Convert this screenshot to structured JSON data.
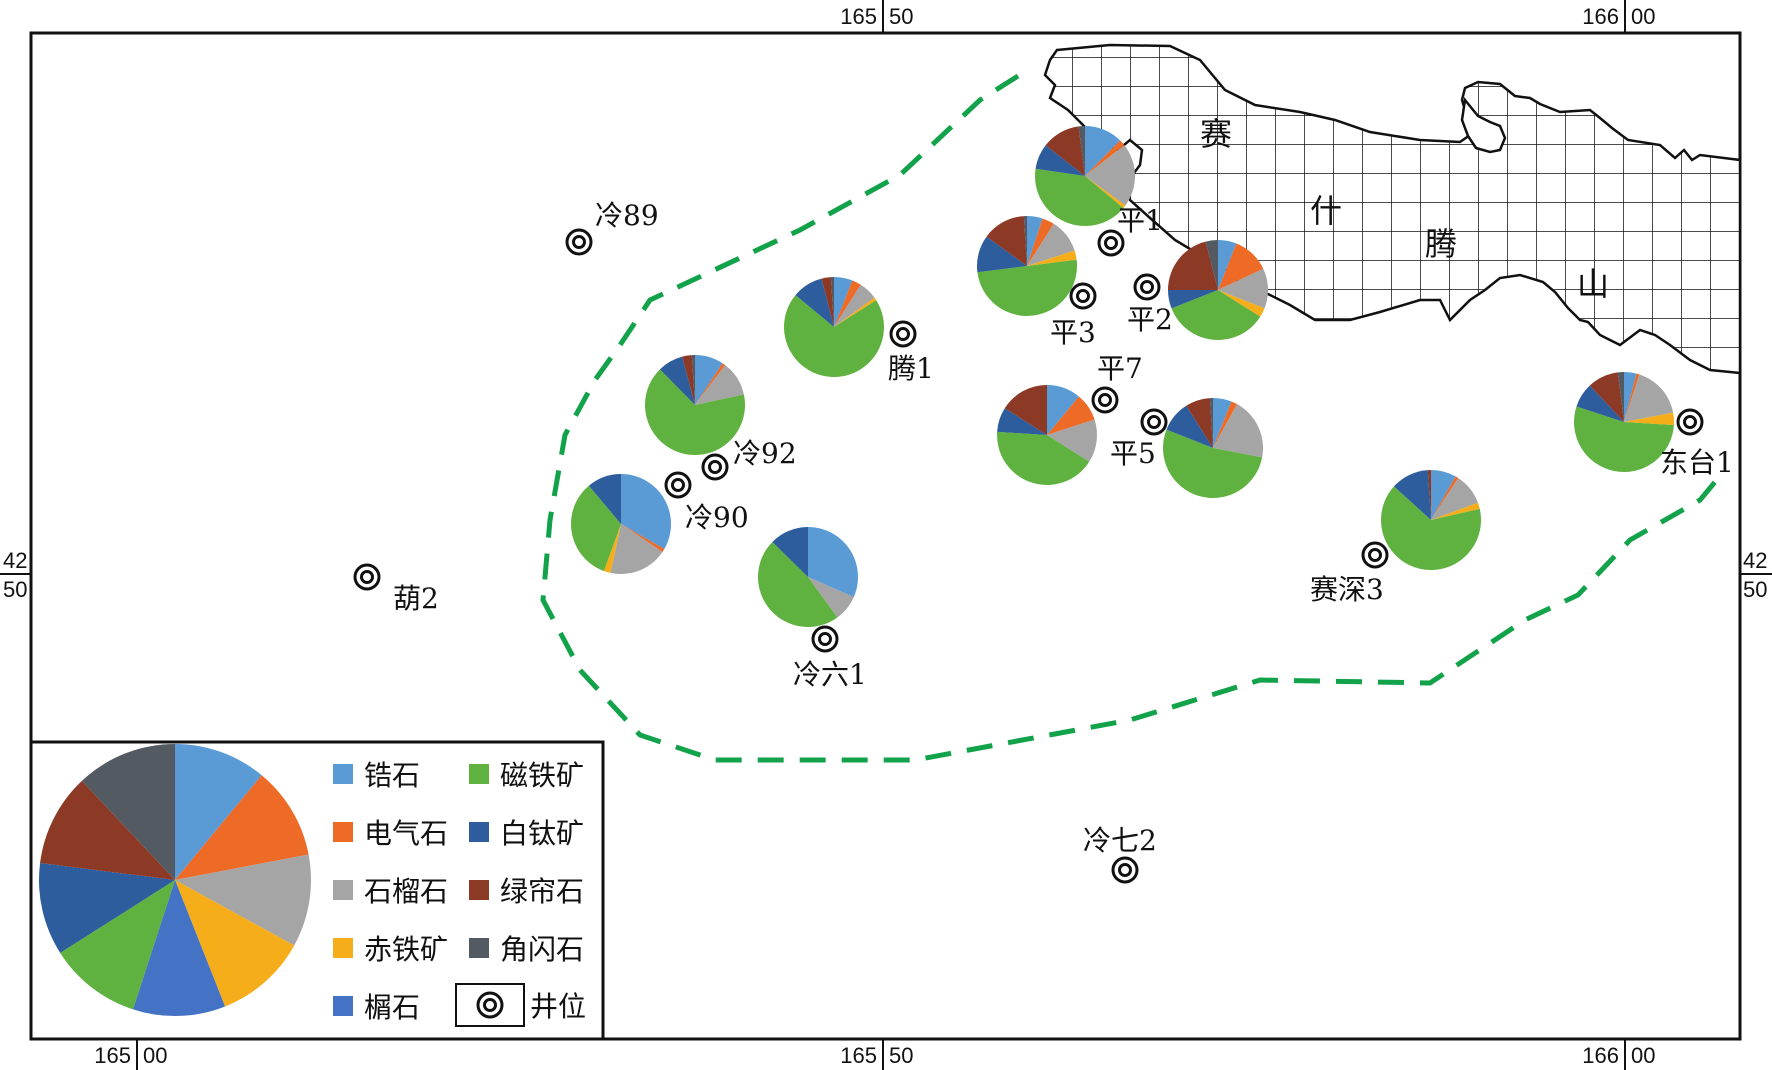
{
  "coordinates": {
    "top": [
      {
        "deg": "165",
        "min": "50"
      },
      {
        "deg": "166",
        "min": "00"
      }
    ],
    "bottom": [
      {
        "deg": "165",
        "min": "00"
      },
      {
        "deg": "165",
        "min": "50"
      },
      {
        "deg": "166",
        "min": "00"
      }
    ],
    "left": {
      "deg": "42",
      "min": "50"
    },
    "right": {
      "deg": "42",
      "min": "50"
    }
  },
  "mountain": {
    "chars": [
      "赛",
      "什",
      "腾",
      "山"
    ]
  },
  "minerals": [
    {
      "key": "zircon",
      "label": "锆石",
      "color": "#5b9bd5"
    },
    {
      "key": "tourmaline",
      "label": "电气石",
      "color": "#ed6b27"
    },
    {
      "key": "garnet",
      "label": "石榴石",
      "color": "#a5a5a5"
    },
    {
      "key": "hematite",
      "label": "赤铁矿",
      "color": "#f5ae1a"
    },
    {
      "key": "sphene",
      "label": "榍石",
      "color": "#4472c4"
    },
    {
      "key": "magnetite",
      "label": "磁铁矿",
      "color": "#5fb23f"
    },
    {
      "key": "leucoxene",
      "label": "白钛矿",
      "color": "#2e5d9e"
    },
    {
      "key": "epidote",
      "label": "绿帘石",
      "color": "#8c3a26"
    },
    {
      "key": "hornblende",
      "label": "角闪石",
      "color": "#545a61"
    }
  ],
  "legend": {
    "well_label": "井位",
    "example_pie": [
      11,
      11,
      11,
      11,
      11,
      11,
      11,
      11,
      12
    ]
  },
  "wells": [
    {
      "id": "leng89",
      "label": "冷89"
    },
    {
      "id": "hu2",
      "label": "葫2"
    },
    {
      "id": "leng92",
      "label": "冷92"
    },
    {
      "id": "leng90",
      "label": "冷90"
    },
    {
      "id": "lengliu1",
      "label": "冷六1"
    },
    {
      "id": "teng1",
      "label": "腾1"
    },
    {
      "id": "ping1",
      "label": "平1"
    },
    {
      "id": "ping3",
      "label": "平3"
    },
    {
      "id": "ping2",
      "label": "平2"
    },
    {
      "id": "ping7",
      "label": "平7"
    },
    {
      "id": "ping5",
      "label": "平5"
    },
    {
      "id": "saishen3",
      "label": "赛深3"
    },
    {
      "id": "dongtai1",
      "label": "东台1"
    },
    {
      "id": "lengqi2",
      "label": "冷七2"
    }
  ],
  "pies": [
    {
      "id": "pie-leng90",
      "values": [
        30,
        1,
        17,
        2,
        0,
        30,
        10,
        0,
        0
      ]
    },
    {
      "id": "pie-lengliu1",
      "values": [
        30,
        0,
        8,
        0,
        0,
        45,
        12,
        0,
        0
      ]
    },
    {
      "id": "pie-leng92",
      "values": [
        9,
        1,
        11,
        0,
        0,
        64,
        8,
        3,
        1
      ]
    },
    {
      "id": "pie-teng1",
      "values": [
        6,
        3,
        6,
        1,
        0,
        70,
        10,
        3,
        1
      ]
    },
    {
      "id": "pie-ping1",
      "values": [
        12,
        2,
        20,
        1,
        0,
        40,
        8,
        12,
        2
      ]
    },
    {
      "id": "pie-ping3",
      "values": [
        5,
        4,
        11,
        3,
        0,
        50,
        12,
        14,
        1
      ]
    },
    {
      "id": "pie-ping2",
      "values": [
        6,
        12,
        13,
        3,
        0,
        35,
        6,
        21,
        4
      ]
    },
    {
      "id": "pie-ping7",
      "values": [
        11,
        9,
        14,
        0,
        0,
        42,
        8,
        16,
        0
      ]
    },
    {
      "id": "pie-ping5",
      "values": [
        6,
        2,
        20,
        0,
        0,
        53,
        10,
        8,
        1
      ]
    },
    {
      "id": "pie-saishen3",
      "values": [
        8,
        1,
        10,
        2,
        0,
        64,
        12,
        1,
        0
      ]
    },
    {
      "id": "pie-dongtai1",
      "values": [
        4,
        1,
        17,
        4,
        0,
        54,
        8,
        10,
        2
      ]
    }
  ]
}
